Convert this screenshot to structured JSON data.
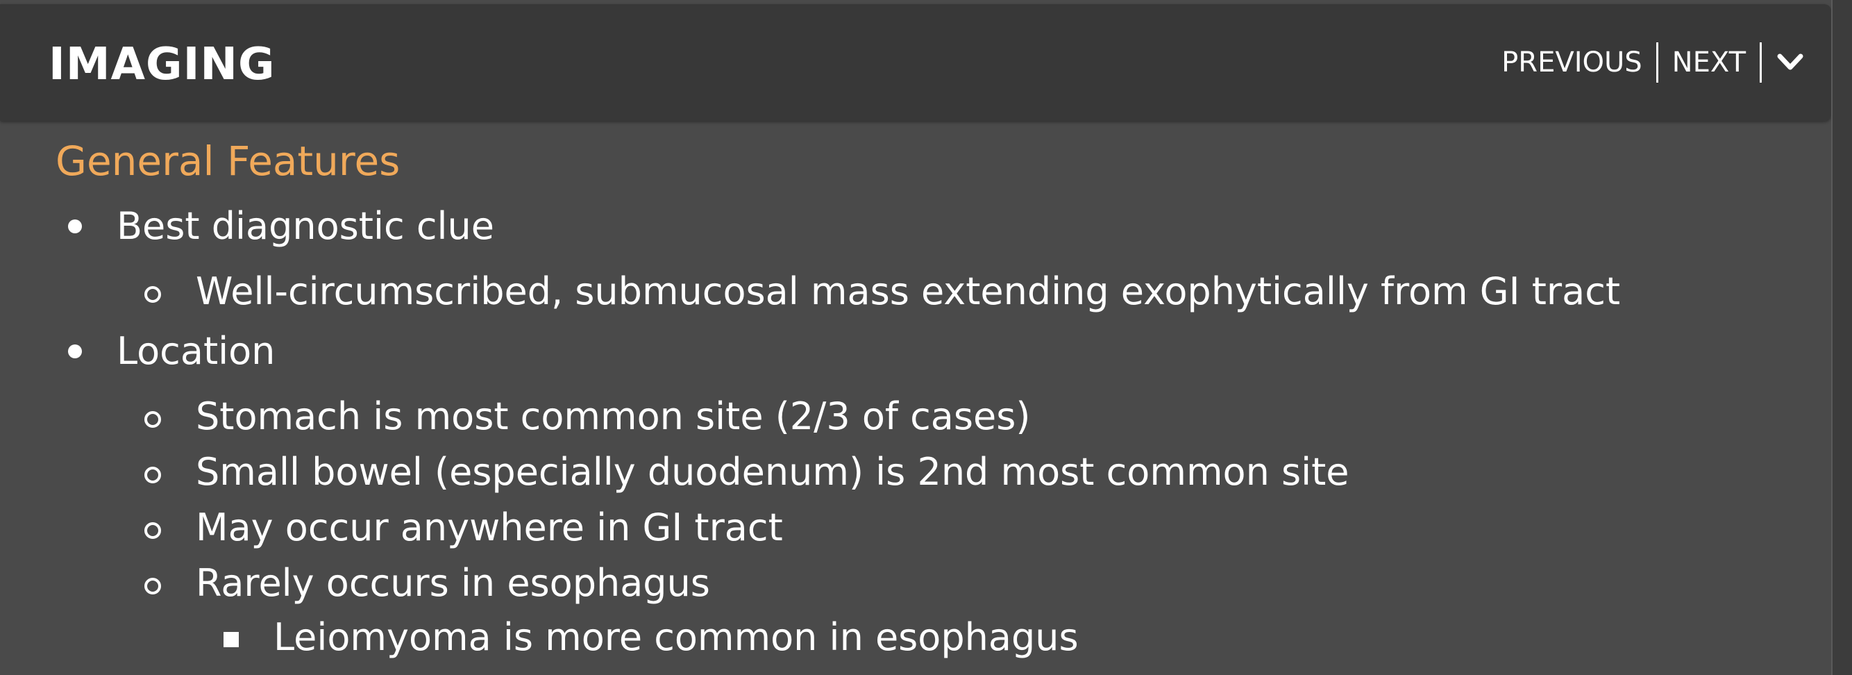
{
  "header": {
    "title": "IMAGING",
    "nav": {
      "previous_label": "PREVIOUS",
      "next_label": "NEXT",
      "collapse_icon": "chevron-down-icon"
    }
  },
  "section": {
    "heading": "General Features",
    "items": [
      {
        "level": 1,
        "text": "Best diagnostic clue"
      },
      {
        "level": 2,
        "text": "Well-circumscribed, submucosal mass extending exophytically from GI tract"
      },
      {
        "level": 1,
        "text": "Location"
      },
      {
        "level": 2,
        "text": "Stomach is most common site (2/3 of cases)"
      },
      {
        "level": 2,
        "text": "Small bowel (especially duodenum) is 2nd most common site"
      },
      {
        "level": 2,
        "text": "May occur anywhere in GI tract"
      },
      {
        "level": 2,
        "text": "Rarely occurs in esophagus"
      },
      {
        "level": 3,
        "text": "Leiomyoma is more common in esophagus"
      }
    ]
  },
  "colors": {
    "heading_accent": "#f0a95a",
    "header_bg": "#383838",
    "body_bg": "#4a4a4a",
    "text": "#ffffff"
  }
}
